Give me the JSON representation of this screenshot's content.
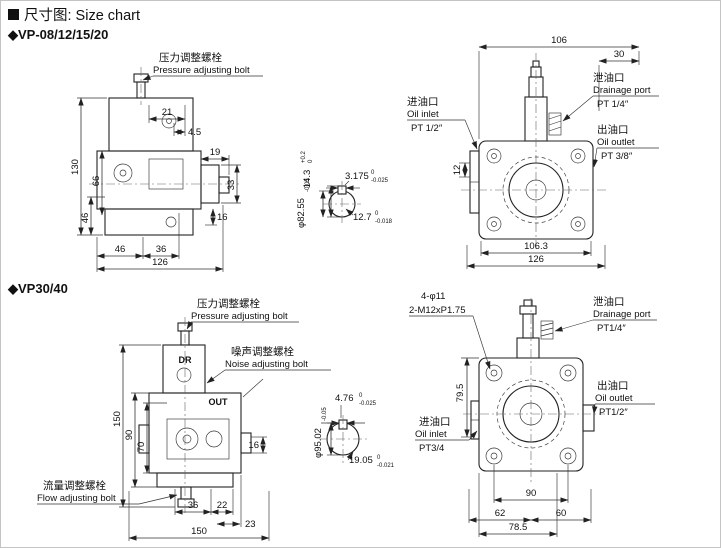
{
  "page": {
    "title": "尺寸图: Size chart"
  },
  "sections": {
    "vp08": {
      "heading": "◆VP-08/12/15/20",
      "side": {
        "pressure_bolt_cn": "压力调整螺栓",
        "pressure_bolt_en": "Pressure adjusting bolt",
        "dims": {
          "h130": "130",
          "h66": "66",
          "h46": "46",
          "w21": "21",
          "w45": "4.5",
          "w19": "19",
          "h33": "33",
          "h16": "16",
          "b46": "46",
          "b36": "36",
          "b126": "126"
        }
      },
      "shaft": {
        "depth": "14.3",
        "depth_tol_top": "+0.2",
        "depth_tol_bot": "0",
        "key_w": "3.175",
        "key_tol_top": "0",
        "key_tol_bot": "-0.025",
        "dia": "12.7",
        "dia_tol_top": "0",
        "dia_tol_bot": "-0.018",
        "pilot": "φ82.55",
        "pilot_tol": "-0.05"
      },
      "front": {
        "drain_cn": "泄油口",
        "drain_en": "Drainage port",
        "drain_size": "PT 1/4″",
        "inlet_cn": "进油口",
        "inlet_en": "Oil inlet",
        "inlet_size": "PT 1/2″",
        "outlet_cn": "出油口",
        "outlet_en": "Oil outlet",
        "outlet_size": "PT 3/8″",
        "dims": {
          "t106": "106",
          "t30": "30",
          "l12": "12",
          "b1063": "106.3",
          "b126": "126"
        }
      }
    },
    "vp30": {
      "heading": "◆VP30/40",
      "side": {
        "pressure_bolt_cn": "压力调整螺栓",
        "pressure_bolt_en": "Pressure adjusting bolt",
        "noise_bolt_cn": "噪声调整螺栓",
        "noise_bolt_en": "Noise adjusting bolt",
        "flow_bolt_cn": "流量调整螺栓",
        "flow_bolt_en": "Flow adjusting bolt",
        "port_dr": "DR",
        "port_out": "OUT",
        "dims": {
          "h150": "150",
          "h90": "90",
          "h70": "70",
          "r16": "16",
          "b36": "36",
          "b22": "22",
          "b23": "23",
          "b150": "150"
        }
      },
      "shaft": {
        "key_w": "4.76",
        "key_tol_top": "0",
        "key_tol_bot": "-0.025",
        "dia": "19.05",
        "dia_tol_top": "0",
        "dia_tol_bot": "-0.021",
        "pilot": "φ95.02",
        "pilot_tol": "-0.05"
      },
      "front": {
        "note1": "4-φ11",
        "note2": "2-M12xP1.75",
        "drain_cn": "泄油口",
        "drain_en": "Drainage port",
        "drain_size": "PT1/4″",
        "outlet_cn": "出油口",
        "outlet_en": "Oil outlet",
        "outlet_size": "PT1/2″",
        "inlet_cn": "进油口",
        "inlet_en": "Oil inlet",
        "inlet_size": "PT3/4",
        "dims": {
          "b90": "90",
          "b62": "62",
          "b60": "60",
          "b785": "78.5",
          "l795": "79.5"
        }
      }
    }
  }
}
